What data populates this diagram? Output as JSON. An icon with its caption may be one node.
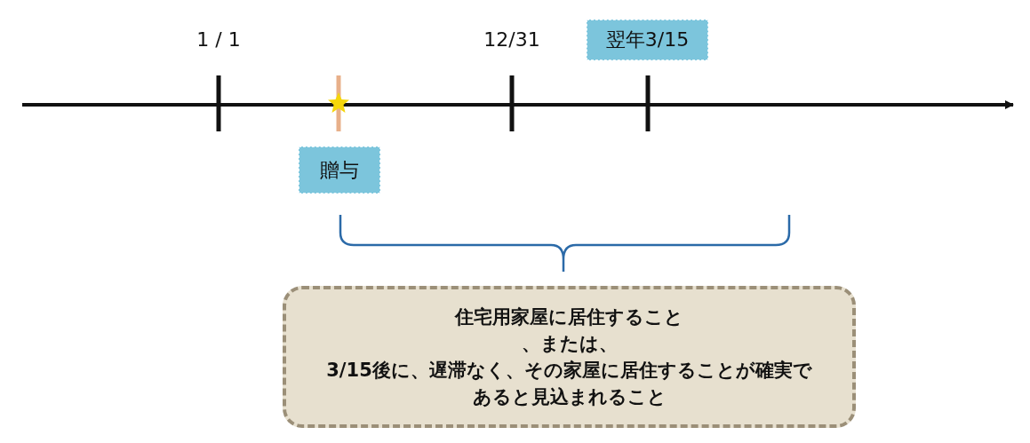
{
  "diagram": {
    "nodes": [
      {
        "text": [
          "翌年3/15"
        ]
      },
      {
        "text": [
          "贈与"
        ]
      },
      {
        "text": [
          "住宅用家屋に居住すること",
          "、または、",
          "3/15後に、遅滞なく、その家屋に居住することが確実であると見込まれること"
        ]
      }
    ],
    "labels": [
      "1 / 1",
      "12/31"
    ]
  }
}
